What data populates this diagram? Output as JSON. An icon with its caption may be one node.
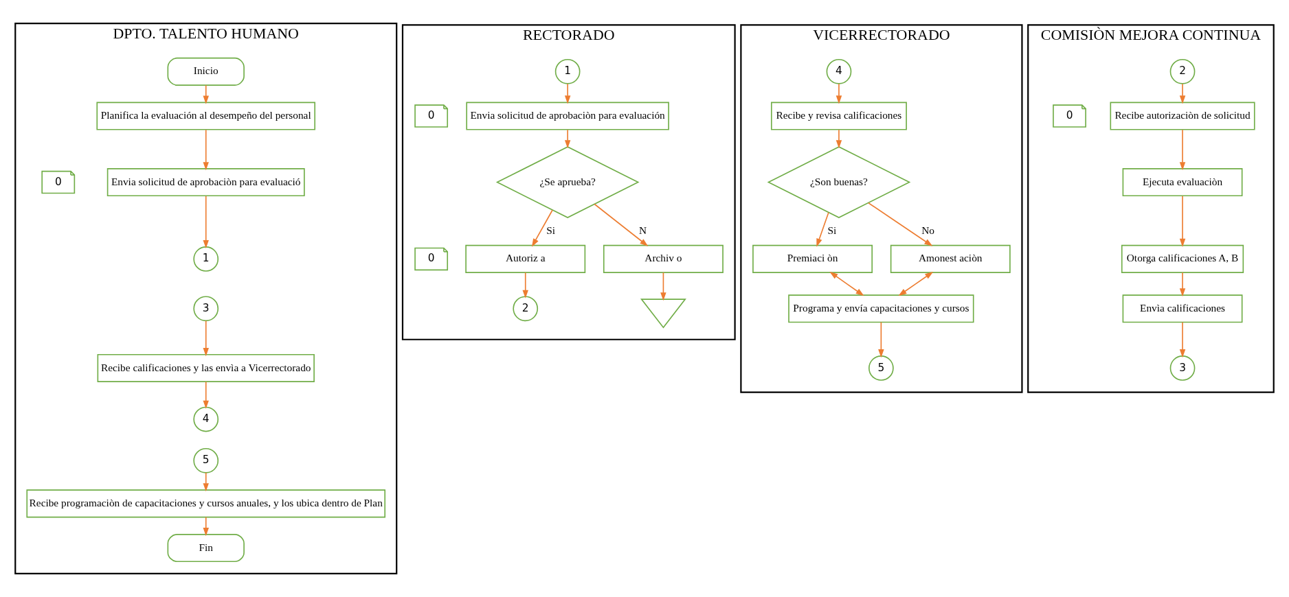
{
  "diagram": {
    "nodes": [
      {
        "text": [
          "DPTO. TALENTO HUMANO"
        ]
      },
      {
        "text": [
          "Inicio"
        ],
        "in": 0
      },
      {
        "text": [
          "Planifica la evaluación al desempeño del personal"
        ],
        "in": 0
      },
      {
        "text": [
          "Envia solicitud de aprobaciòn para evaluació"
        ],
        "in": 0
      },
      {
        "text": [
          "0"
        ],
        "in": 0
      },
      {
        "text": [
          "1"
        ],
        "in": 0
      },
      {
        "text": [
          "3"
        ],
        "in": 0
      },
      {
        "text": [
          "Recibe calificaciones y las envìa a Vicerrectorado"
        ],
        "in": 0
      },
      {
        "text": [
          "4"
        ],
        "in": 0
      },
      {
        "text": [
          "5"
        ],
        "in": 0
      },
      {
        "text": [
          "Recibe programaciòn de capacitaciones y cursos anuales, y los ubica dentro de Plan"
        ],
        "in": 0
      },
      {
        "text": [
          "Fin"
        ],
        "in": 0
      },
      {
        "text": [
          "RECTORADO"
        ]
      },
      {
        "text": [
          "1"
        ],
        "in": 12
      },
      {
        "text": [
          "Envia solicitud de aprobaciòn para evaluación"
        ],
        "in": 12
      },
      {
        "text": [
          "0"
        ],
        "in": 12
      },
      {
        "text": [
          "¿Se aprueba?"
        ],
        "in": 12
      },
      {
        "text": [
          "Autoriz a"
        ],
        "in": 12
      },
      {
        "text": [
          "0"
        ],
        "in": 12
      },
      {
        "text": [
          "Archiv o"
        ],
        "in": 12
      },
      {
        "text": [
          "2"
        ],
        "in": 12
      },
      {
        "text": [],
        "shape": "triangle",
        "in": 12
      },
      {
        "text": [
          "VICERRECTORADO"
        ]
      },
      {
        "text": [
          "4"
        ],
        "in": 22
      },
      {
        "text": [
          "Recibe y revisa calificaciones"
        ],
        "in": 22
      },
      {
        "text": [
          "¿Son buenas?"
        ],
        "in": 22
      },
      {
        "text": [
          "Premiaci òn"
        ],
        "in": 22
      },
      {
        "text": [
          "Amonest aciòn"
        ],
        "in": 22
      },
      {
        "text": [
          "Programa y envía capacitaciones y cursos"
        ],
        "in": 22
      },
      {
        "text": [
          "5"
        ],
        "in": 22
      },
      {
        "text": [
          "COMISIÒN MEJORA CONTINUA"
        ]
      },
      {
        "text": [
          "2"
        ],
        "in": 30
      },
      {
        "text": [
          "Recibe autorizaciòn de solicitud"
        ],
        "in": 30
      },
      {
        "text": [
          "0"
        ],
        "in": 30
      },
      {
        "text": [
          "Ejecuta evaluaciòn"
        ],
        "in": 30
      },
      {
        "text": [
          "Otorga calificaciones A, B"
        ],
        "in": 30
      },
      {
        "text": [
          "Envìa calificaciones"
        ],
        "in": 30
      },
      {
        "text": [
          "3"
        ],
        "in": 30
      }
    ],
    "edges": [
      {
        "from": 1,
        "to": 2,
        "arrow": "to"
      },
      {
        "from": 2,
        "to": 3,
        "arrow": "to"
      },
      {
        "from": 3,
        "to": 5,
        "arrow": "to"
      },
      {
        "from": 6,
        "to": 7,
        "arrow": "to"
      },
      {
        "from": 7,
        "to": 8,
        "arrow": "to"
      },
      {
        "from": 9,
        "to": 10,
        "arrow": "to"
      },
      {
        "from": 10,
        "to": 11,
        "arrow": "to"
      },
      {
        "from": 13,
        "to": 14,
        "arrow": "to"
      },
      {
        "from": 14,
        "to": 16,
        "arrow": "to"
      },
      {
        "from": 16,
        "to": 17,
        "arrow": "to",
        "label": "Si"
      },
      {
        "from": 16,
        "to": 19,
        "arrow": "to",
        "label": "N"
      },
      {
        "from": 17,
        "to": 20,
        "arrow": "to"
      },
      {
        "from": 19,
        "to": 21,
        "arrow": "to"
      },
      {
        "from": 23,
        "to": 24,
        "arrow": "to"
      },
      {
        "from": 24,
        "to": 25,
        "arrow": "to"
      },
      {
        "from": 25,
        "to": 26,
        "arrow": "to",
        "label": "Si"
      },
      {
        "from": 25,
        "to": 27,
        "arrow": "to",
        "label": "No"
      },
      {
        "from": 26,
        "to": 28,
        "arrow": "both"
      },
      {
        "from": 27,
        "to": 28,
        "arrow": "both"
      },
      {
        "from": 28,
        "to": 29,
        "arrow": "to"
      },
      {
        "from": 31,
        "to": 32,
        "arrow": "to"
      },
      {
        "from": 32,
        "to": 34,
        "arrow": "to"
      },
      {
        "from": 34,
        "to": 35,
        "arrow": "to"
      },
      {
        "from": 35,
        "to": 36,
        "arrow": "to"
      },
      {
        "from": 36,
        "to": 37,
        "arrow": "to"
      }
    ]
  }
}
